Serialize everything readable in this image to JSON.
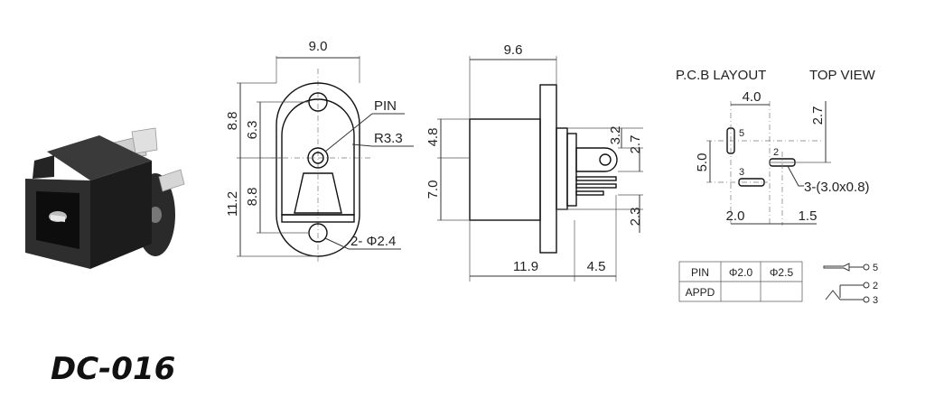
{
  "model": "DC-016",
  "front_view": {
    "width": "9.0",
    "height_upper": "8.8",
    "height_lower": "11.2",
    "pin_offset": "6.3",
    "hole_spacing": "8.8",
    "pin_label": "PIN",
    "radius": "R3.3",
    "mount_holes": "2- Φ2.4"
  },
  "side_view": {
    "width": "9.6",
    "dim_48": "4.8",
    "dim_70": "7.0",
    "dim_32": "3.2",
    "dim_27": "2.7",
    "dim_23": "2.3",
    "dim_119": "11.9",
    "dim_45": "4.5"
  },
  "pcb": {
    "title": "P.C.B LAYOUT",
    "subtitle": "TOP VIEW",
    "dim_40": "4.0",
    "dim_27": "2.7",
    "dim_50": "5.0",
    "dim_20": "2.0",
    "dim_15": "1.5",
    "slot_size": "3-(3.0x0.8)",
    "pin_5": "5",
    "pin_2": "2",
    "pin_3": "3"
  },
  "table": {
    "headers": [
      "PIN",
      "Φ2.0",
      "Φ2.5"
    ],
    "row_label": "APPD"
  },
  "schematic": {
    "pin_5": "5",
    "pin_2": "2",
    "pin_3": "3"
  }
}
